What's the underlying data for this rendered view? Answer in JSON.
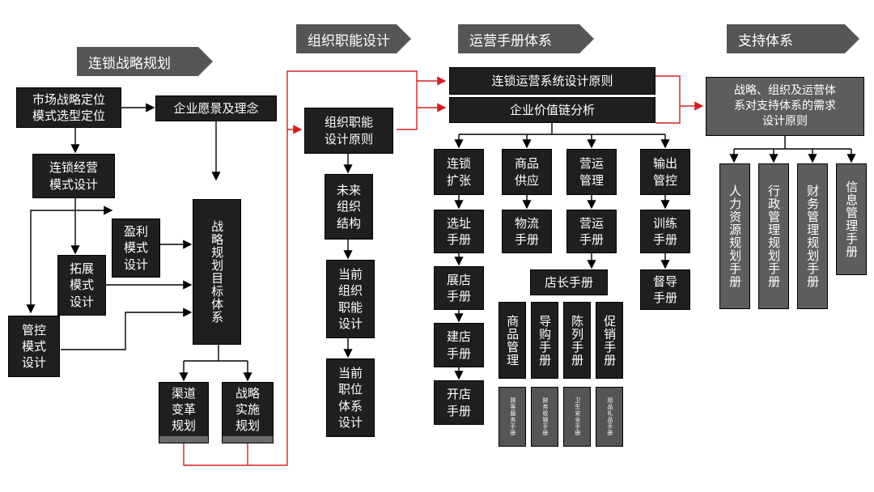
{
  "banners": {
    "strategy": "连锁战略规划",
    "org": "组织职能设计",
    "ops": "运营手册体系",
    "support": "支持体系"
  },
  "strategy": {
    "market": "市场战略定位\n模式选型定位",
    "vision": "企业愿景及理念",
    "chain_model": "连锁经营\n模式设计",
    "profit": "盈利\n模式\n设计",
    "expand": "拓展\n模式\n设计",
    "control": "管控\n模式\n设计",
    "target": "战略规划目标体系",
    "channel": "渠道\n变革\n规划",
    "implement": "战略\n实施\n规划"
  },
  "org": {
    "principle": "组织职能\n设计原则",
    "future": "未来\n组织\n结构",
    "current_func": "当前\n组织\n职能\n设计",
    "current_pos": "当前\n职位\n体系\n设计"
  },
  "ops": {
    "design_principle": "连锁运营系统设计原则",
    "value_chain": "企业价值链分析",
    "col1_head": "连锁\n扩张",
    "col2_head": "商品\n供应",
    "col3_head": "营运\n管理",
    "col4_head": "输出\n管控",
    "site": "选址\n手册",
    "exhibit": "展店\n手册",
    "build": "建店\n手册",
    "open": "开店\n手册",
    "logistics": "物流\n手册",
    "operation": "营运\n手册",
    "store_manager": "店长手册",
    "goods_mgmt": "商品管理",
    "guide": "导购手册",
    "display": "陈列手册",
    "promo": "促销手册",
    "customer_service": "顾客服务手册",
    "finance_cashier": "财务收银手册",
    "hygiene": "卫生安全手册",
    "supplies": "用品礼品手册",
    "training": "训练\n手册",
    "supervise": "督导\n手册"
  },
  "support": {
    "principle": "战略、组织及运营体\n系对支持体系的需求\n设计原则",
    "hr": "人力资源规划手册",
    "admin": "行政管理规划手册",
    "finance": "财务管理规划手册",
    "info": "信息管理手册"
  },
  "colors": {
    "box": "#1f1f1f",
    "gray": "#5d5d5d",
    "red": "#d42020",
    "line": "#000000"
  }
}
